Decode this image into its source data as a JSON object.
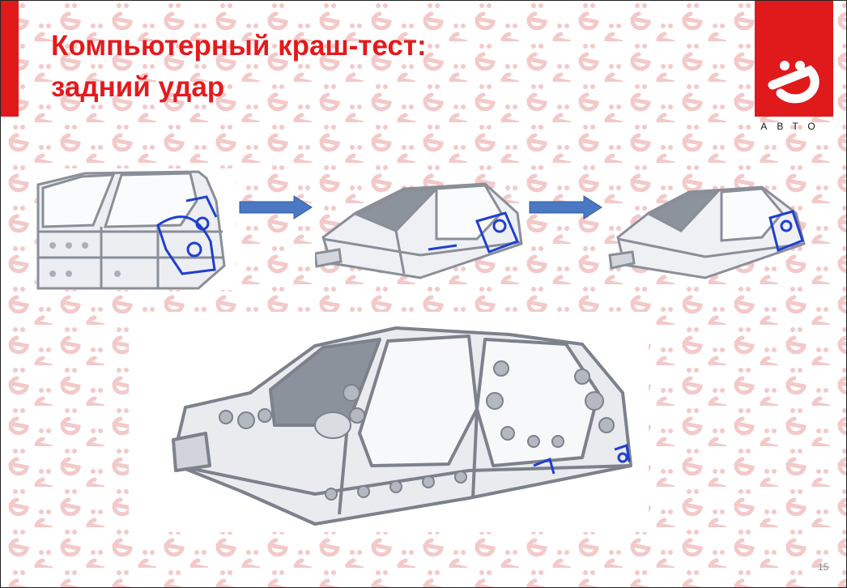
{
  "title": {
    "line1": "Компьютерный краш-тест:",
    "line2": "задний удар"
  },
  "logo": {
    "glyph": "ё",
    "text": "АВТО"
  },
  "page_number": "15",
  "colors": {
    "brand_red": "#e0191b",
    "title_red": "#e41a1c",
    "watermark_pink": "#f3c9c9",
    "arrow_blue": "#4a78c2",
    "frame_gray": "#8a8e98",
    "weld_blue": "#1f3fd0"
  },
  "images": [
    {
      "name": "crash-stage-1",
      "description_icon": "car-body-side-icon"
    },
    {
      "name": "crash-stage-2",
      "description_icon": "car-body-iso-icon"
    },
    {
      "name": "crash-stage-3",
      "description_icon": "car-body-deformed-icon"
    },
    {
      "name": "car-body-large",
      "description_icon": "car-body-large-icon"
    }
  ]
}
